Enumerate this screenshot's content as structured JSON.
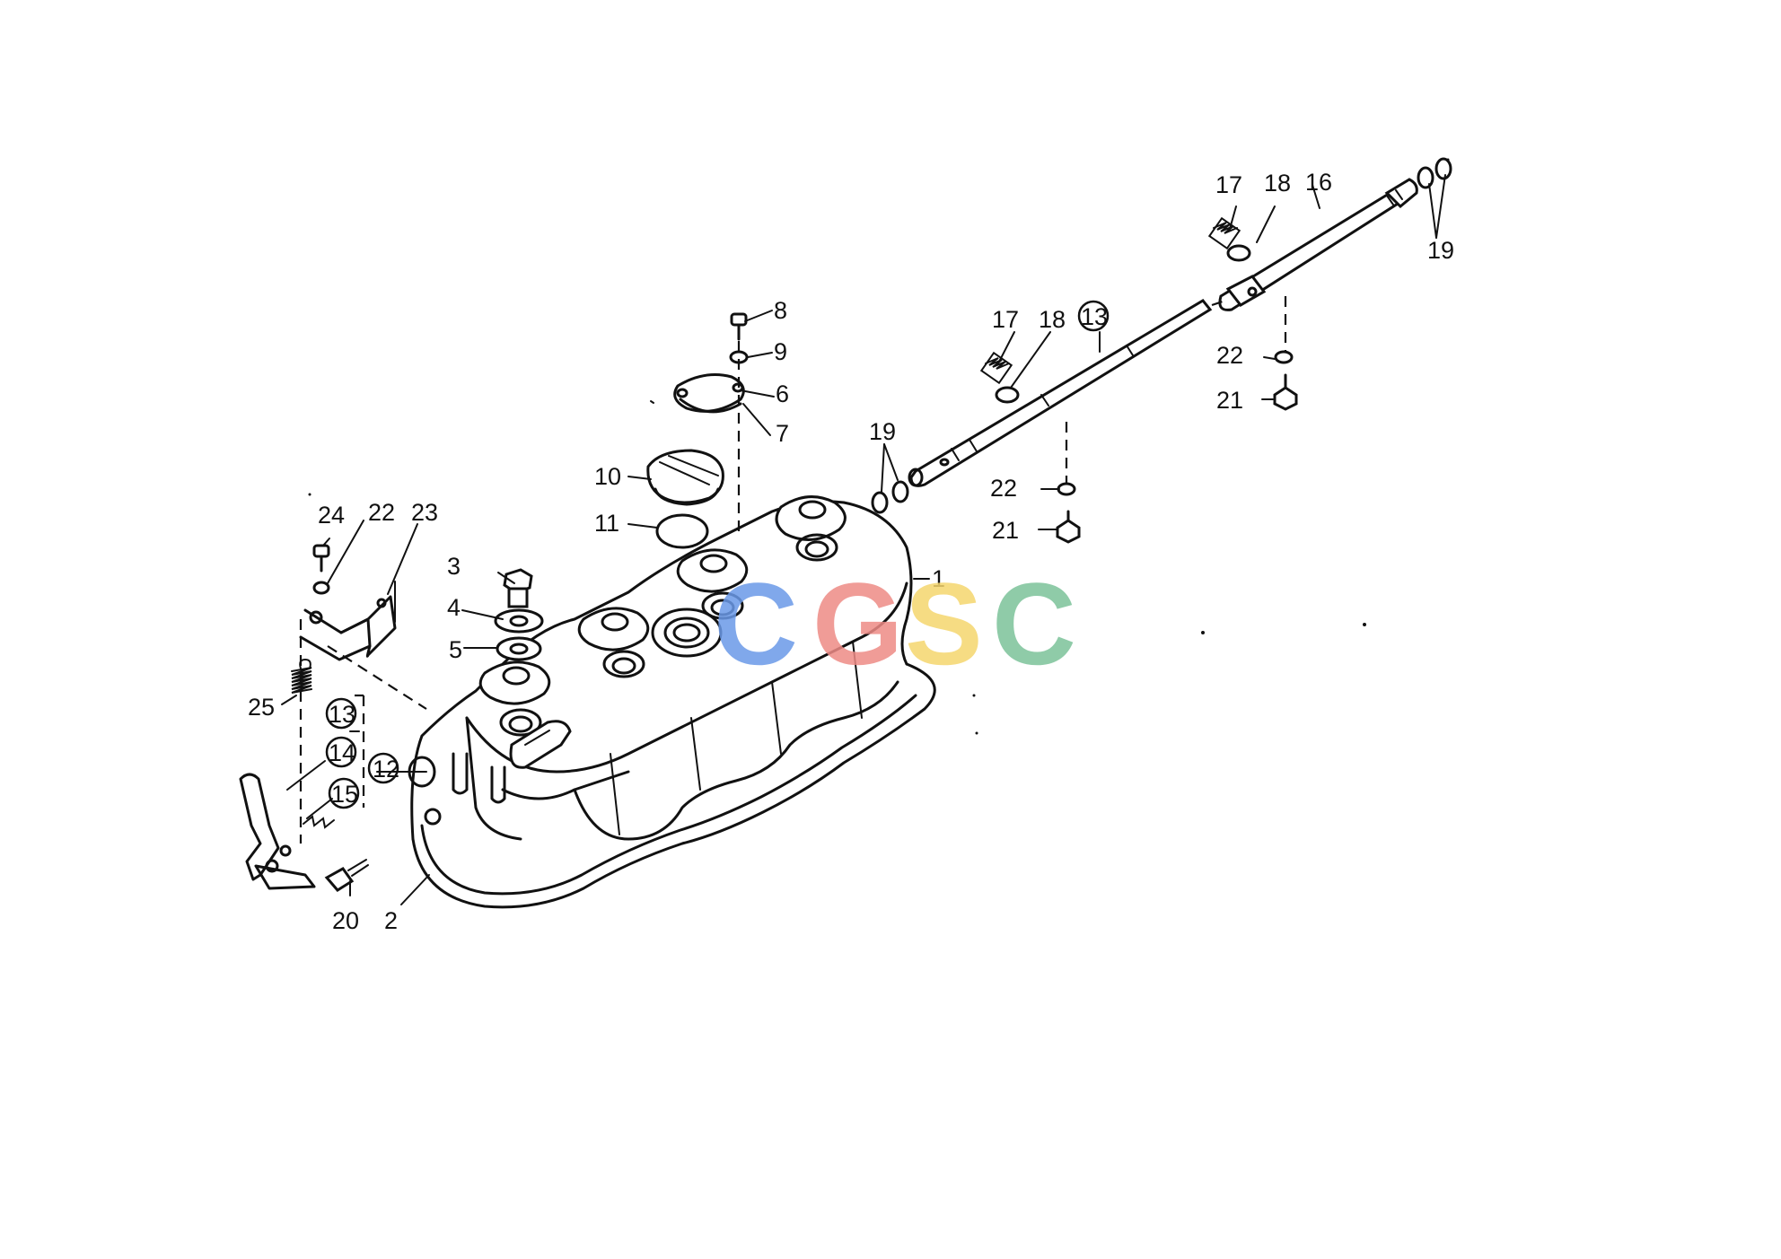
{
  "callouts": [
    {
      "id": "1",
      "text": "1"
    },
    {
      "id": "2",
      "text": "2"
    },
    {
      "id": "3",
      "text": "3"
    },
    {
      "id": "4",
      "text": "4"
    },
    {
      "id": "5",
      "text": "5"
    },
    {
      "id": "6",
      "text": "6"
    },
    {
      "id": "7",
      "text": "7"
    },
    {
      "id": "8",
      "text": "8"
    },
    {
      "id": "9",
      "text": "9"
    },
    {
      "id": "10",
      "text": "10"
    },
    {
      "id": "11",
      "text": "11"
    },
    {
      "id": "12",
      "text": "12"
    },
    {
      "id": "13a",
      "text": "13"
    },
    {
      "id": "13b",
      "text": "13"
    },
    {
      "id": "14",
      "text": "14"
    },
    {
      "id": "15",
      "text": "15"
    },
    {
      "id": "16",
      "text": "16"
    },
    {
      "id": "17a",
      "text": "17"
    },
    {
      "id": "17b",
      "text": "17"
    },
    {
      "id": "18a",
      "text": "18"
    },
    {
      "id": "18b",
      "text": "18"
    },
    {
      "id": "19a",
      "text": "19"
    },
    {
      "id": "19b",
      "text": "19"
    },
    {
      "id": "20",
      "text": "20"
    },
    {
      "id": "21a",
      "text": "21"
    },
    {
      "id": "21b",
      "text": "21"
    },
    {
      "id": "22a",
      "text": "22"
    },
    {
      "id": "22b",
      "text": "22"
    },
    {
      "id": "22c",
      "text": "22"
    },
    {
      "id": "23",
      "text": "23"
    },
    {
      "id": "24",
      "text": "24"
    },
    {
      "id": "25",
      "text": "25"
    }
  ],
  "watermark": {
    "letters": [
      "C",
      "G",
      "S",
      "C"
    ],
    "colors": [
      "#6b9ae8",
      "#ee8b86",
      "#f5d66e",
      "#7cc39a"
    ]
  }
}
